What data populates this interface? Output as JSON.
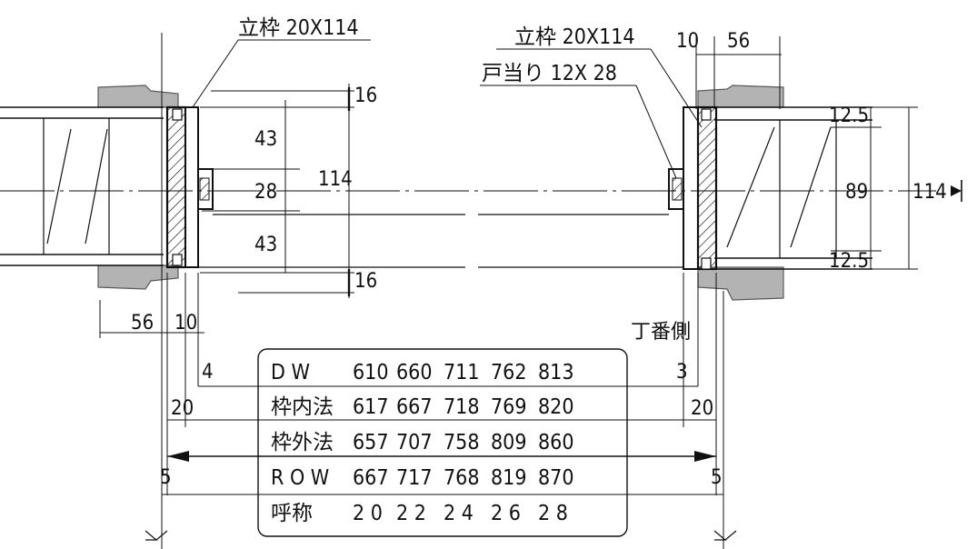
{
  "callouts": {
    "left_frame": "立枠 20X114",
    "right_frame": "立枠 20X114",
    "door_stop": "戸当り 12X 28"
  },
  "dimensions": {
    "top_16": "16",
    "d43_upper": "43",
    "d28": "28",
    "d114_center": "114",
    "d43_lower": "43",
    "bottom_16": "16",
    "right_10": "10",
    "right_56": "56",
    "d12_5_top": "12.5",
    "d89": "89",
    "d114_right": "114",
    "d12_5_bottom": "12.5",
    "left_56": "56",
    "left_10": "10",
    "left_4": "4",
    "right_3": "3",
    "left_20": "20",
    "right_20": "20",
    "left_5": "5",
    "right_5": "5"
  },
  "hinge_side_label": "丁番側",
  "table": {
    "rows": [
      {
        "label": "D W",
        "values": [
          "610",
          "660",
          "711",
          "762",
          "813"
        ]
      },
      {
        "label": "枠内法",
        "values": [
          "617",
          "667",
          "718",
          "769",
          "820"
        ]
      },
      {
        "label": "枠外法",
        "values": [
          "657",
          "707",
          "758",
          "809",
          "860"
        ]
      },
      {
        "label": "R O W",
        "values": [
          "667",
          "717",
          "768",
          "819",
          "870"
        ]
      },
      {
        "label": "呼称",
        "values": [
          "2 0",
          "2 2",
          "2 4",
          "2 6",
          "2 8"
        ]
      }
    ]
  },
  "colors": {
    "line": "#111111",
    "wall_fill": "#b3b3b3",
    "wall_edge": "#5a5a5a",
    "background": "#ffffff"
  }
}
